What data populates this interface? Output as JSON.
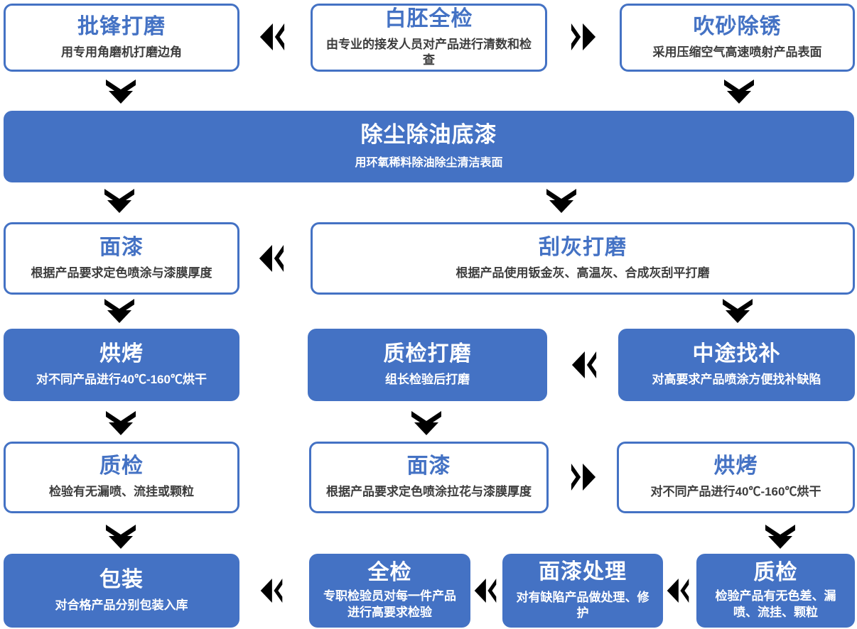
{
  "colors": {
    "accent": "#4472C4",
    "outline_subtitle_text": "#3D3D3D",
    "filled_text": "#FFFFFF",
    "background": "#FFFFFF"
  },
  "nodes": {
    "pi_feng_da_mo": {
      "title": "批锋打磨",
      "subtitle": "用专用角磨机打磨边角"
    },
    "bai_pei_quan_jian": {
      "title": "白胚全检",
      "subtitle": "由专业的接发人员对产品进行清数和检查"
    },
    "chui_sha_chu_xiu": {
      "title": "吹砂除锈",
      "subtitle": "采用压缩空气高速喷射产品表面"
    },
    "chu_chen_di_qi": {
      "title": "除尘除油底漆",
      "subtitle": "用环氧稀料除油除尘清洁表面"
    },
    "mian_qi_1": {
      "title": "面漆",
      "subtitle": "根据产品要求定色喷涂与漆膜厚度"
    },
    "gua_hui_da_mo": {
      "title": "刮灰打磨",
      "subtitle": "根据产品使用钣金灰、高温灰、合成灰刮平打磨"
    },
    "hong_kao_1": {
      "title": "烘烤",
      "subtitle": "对不同产品进行40℃-160℃烘干"
    },
    "zhi_jian_da_mo": {
      "title": "质检打磨",
      "subtitle": "组长检验后打磨"
    },
    "zhong_tu_zhao_bu": {
      "title": "中途找补",
      "subtitle": "对高要求产品喷涂方便找补缺陷"
    },
    "zhi_jian_1": {
      "title": "质检",
      "subtitle": "检验有无漏喷、流挂或颗粒"
    },
    "mian_qi_2": {
      "title": "面漆",
      "subtitle": "根据产品要求定色喷涂拉花与漆膜厚度"
    },
    "hong_kao_2": {
      "title": "烘烤",
      "subtitle": "对不同产品进行40℃-160℃烘干"
    },
    "bao_zhuang": {
      "title": "包装",
      "subtitle": "对合格产品分别包装入库"
    },
    "quan_jian": {
      "title": "全检",
      "subtitle": "专职检验员对每一件产品进行高要求检验"
    },
    "mian_qi_chu_li": {
      "title": "面漆处理",
      "subtitle": "对有缺陷产品做处理、修护"
    },
    "zhi_jian_2": {
      "title": "质检",
      "subtitle": "检验产品有无色差、漏喷、流挂、颗粒"
    }
  }
}
